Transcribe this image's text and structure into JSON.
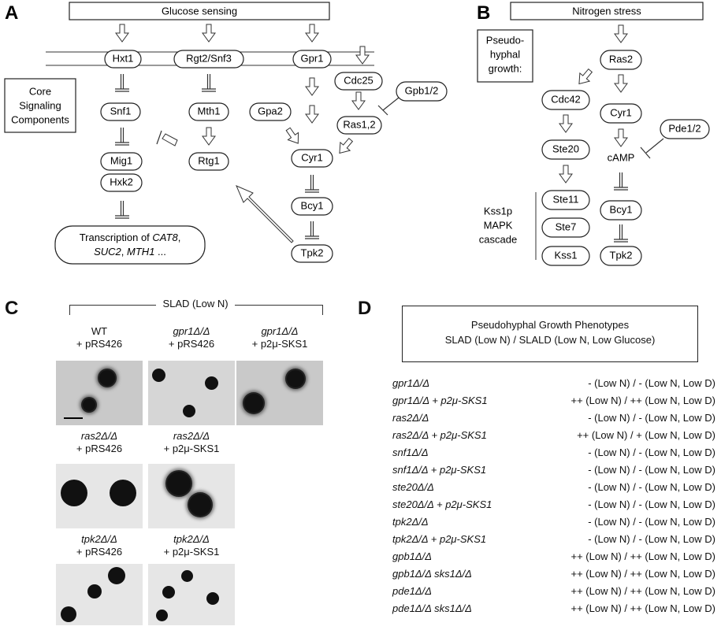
{
  "panelA": {
    "letter": "A",
    "title": "Glucose sensing",
    "core_label": [
      "Core",
      "Signaling",
      "Components"
    ],
    "nodes": {
      "hxt1": "Hxt1",
      "rgt2": "Rgt2/Snf3",
      "gpr1": "Gpr1",
      "cdc25": "Cdc25",
      "gpb12": "Gpb1/2",
      "snf1": "Snf1",
      "mth1": "Mth1",
      "gpa2": "Gpa2",
      "ras12": "Ras1,2",
      "mig1": "Mig1",
      "hxk2": "Hxk2",
      "rtg1": "Rtg1",
      "cyr1": "Cyr1",
      "bcy1": "Bcy1",
      "tpk2": "Tpk2"
    },
    "transcription": {
      "prefix": "Transcription of ",
      "g1": "CAT8",
      "sep1": ",",
      "g2": "SUC2",
      "sep2": ", ",
      "g3": "MTH1",
      "suffix": " ..."
    }
  },
  "panelB": {
    "letter": "B",
    "title": "Nitrogen stress",
    "pseudo_label": [
      "Pseudo-",
      "hyphal",
      "growth:"
    ],
    "kss_label": [
      "Kss1p",
      "MAPK",
      "cascade"
    ],
    "nodes": {
      "ras2": "Ras2",
      "cdc42": "Cdc42",
      "cyr1": "Cyr1",
      "pde12": "Pde1/2",
      "ste20": "Ste20",
      "camp": "cAMP",
      "ste11": "Ste11",
      "bcy1": "Bcy1",
      "ste7": "Ste7",
      "kss1": "Kss1",
      "tpk2": "Tpk2"
    }
  },
  "panelC": {
    "letter": "C",
    "header": "SLAD (Low N)",
    "labels": [
      {
        "g": "WT",
        "p": "+ pRS426"
      },
      {
        "g": "gpr1Δ/Δ",
        "p": "+ pRS426"
      },
      {
        "g": "gpr1Δ/Δ",
        "p": "+ p2μ-SKS1"
      },
      {
        "g": "ras2Δ/Δ",
        "p": "+ pRS426"
      },
      {
        "g": "ras2Δ/Δ",
        "p": "+ p2μ-SKS1"
      },
      {
        "g": "tpk2Δ/Δ",
        "p": "+ pRS426"
      },
      {
        "g": "tpk2Δ/Δ",
        "p": "+ p2μ-SKS1"
      }
    ]
  },
  "panelD": {
    "letter": "D",
    "box_title": "Pseudohyphal Growth Phenotypes",
    "box_subtitle": "SLAD (Low N) / SLALD (Low N, Low Glucose)",
    "rows": [
      {
        "genotype": "gpr1Δ/Δ",
        "phenotype": "- (Low N) / - (Low N, Low D)"
      },
      {
        "genotype": "gpr1Δ/Δ + p2μ-SKS1",
        "phenotype": "++ (Low N) / ++ (Low N, Low D)"
      },
      {
        "genotype": "ras2Δ/Δ",
        "phenotype": "- (Low N) / - (Low N, Low D)"
      },
      {
        "genotype": "ras2Δ/Δ + p2μ-SKS1",
        "phenotype": "++ (Low N) / + (Low N, Low D)"
      },
      {
        "genotype": "snf1Δ/Δ",
        "phenotype": "- (Low N) / - (Low N, Low D)"
      },
      {
        "genotype": "snf1Δ/Δ + p2μ-SKS1",
        "phenotype": "- (Low N) / - (Low N, Low D)"
      },
      {
        "genotype": "ste20Δ/Δ",
        "phenotype": "- (Low N) / - (Low N, Low D)"
      },
      {
        "genotype": "ste20Δ/Δ + p2μ-SKS1",
        "phenotype": "- (Low N) / - (Low N, Low D)"
      },
      {
        "genotype": "tpk2Δ/Δ",
        "phenotype": "- (Low N) / - (Low N, Low D)"
      },
      {
        "genotype": "tpk2Δ/Δ + p2μ-SKS1",
        "phenotype": "- (Low N) / - (Low N, Low D)"
      },
      {
        "genotype": "gpb1Δ/Δ",
        "phenotype": "++ (Low N) / ++ (Low N, Low D)"
      },
      {
        "genotype": "gpb1Δ/Δ sks1Δ/Δ",
        "phenotype": "++ (Low N) / ++ (Low N, Low D)"
      },
      {
        "genotype": "pde1Δ/Δ",
        "phenotype": "++ (Low N) / ++ (Low N, Low D)"
      },
      {
        "genotype": "pde1Δ/Δ sks1Δ/Δ",
        "phenotype": "++ (Low N) / ++ (Low N, Low D)"
      }
    ]
  }
}
